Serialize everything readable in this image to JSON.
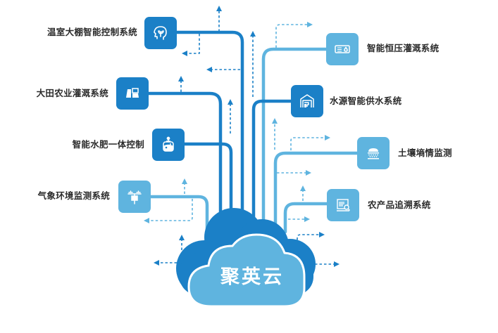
{
  "colors": {
    "dark_blue": "#1b80c7",
    "light_blue": "#5fb4df",
    "text": "#2b2b2b",
    "background": "#ffffff"
  },
  "hub": {
    "title": "聚英云",
    "icon": "cloud-icon"
  },
  "left_systems": [
    {
      "label": "温室大棚智能控制系统",
      "icon": "greenhouse-head-plant-icon",
      "tone": "dark"
    },
    {
      "label": "大田农业灌溉系统",
      "icon": "field-plots-icon",
      "tone": "dark"
    },
    {
      "label": "智能水肥一体控制",
      "icon": "fertilizer-tank-icon",
      "tone": "dark"
    },
    {
      "label": "气象环境监测系统",
      "icon": "weather-station-icon",
      "tone": "light"
    }
  ],
  "right_systems": [
    {
      "label": "智能恒压灌溉系统",
      "icon": "pressure-meter-drop-icon",
      "tone": "light"
    },
    {
      "label": "水源智能供水系统",
      "icon": "water-house-tap-icon",
      "tone": "dark"
    },
    {
      "label": "土壤墒情监测",
      "icon": "soil-sensor-icon",
      "tone": "light"
    },
    {
      "label": "农产品追溯系统",
      "icon": "barcode-search-icon",
      "tone": "light"
    }
  ]
}
